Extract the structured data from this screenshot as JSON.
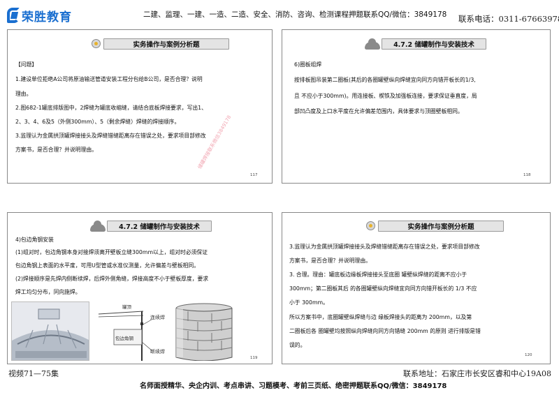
{
  "header": {
    "logo_text": "荣胜教育",
    "top_text": "二建、监理、一建、一造、二造、安全、消防、咨询、检测课程押题联系QQ/微信：3849178",
    "phone": "联系电话：0311-67663978"
  },
  "slides": [
    {
      "title": "实务操作与案例分析题",
      "lines": [
        "【问题】",
        "1.建设单位拒绝A公司将原油输送管道安装工程分包给B公司，是否合理？说明",
        "理由。",
        "2.图682-1罐底排版图中，2焊缝为罐底收缩缝，请结合底板焊接要求，写出1、",
        "2、3、4、6及5（外侧300mm）、5（剩余焊缝）焊缝的焊接顺序。",
        "3.监理认为金属拱顶罐焊接接头及焊缝错缝距离存在错误之处，要求项目部修改",
        "方案书，是否合理？并说明理由。"
      ],
      "page": "117",
      "watermark": "储罐焊接联系微信3849178"
    },
    {
      "title": "4.7.2 储罐制作与安装技术",
      "lines": [
        "6)圈板组焊",
        "按排板图吊装第二圈板(其后的各圈罐壁纵向焊缝宜向同方向错开板长的1/3,",
        "且 不应小于300mm)。用连接板、楔铁及加强板连接，要求保证垂直度，局",
        "部凹凸度及上口水平度在允许偏差范围内，具体要求与顶圈壁板相同。"
      ],
      "page": "118"
    },
    {
      "title": "4.7.2 储罐制作与安装技术",
      "lines": [
        "4)包边角钢安装",
        "(1)组对时，包边角钢本身对接焊须离开壁板立缝300mm以上，组对时必须保证",
        "包边角钢上表面的水平度，可用U型管或水准仪测量，允许偏差与壁板相同。",
        "(2)焊接顺序是先焊内侧断续焊，后焊外侧角缝，焊接高度不小于壁板厚度，要求",
        "焊工均匀分布，同向施焊。"
      ],
      "figure_labels": [
        "罐顶",
        "包边角钢",
        "连续焊",
        "断续焊"
      ],
      "page": "119"
    },
    {
      "title": "实务操作与案例分析题",
      "lines": [
        "3.监理认为金属拱顶罐焊接接头及焊缝错缝距离存在错误之处，要求项目部修改",
        "方案书，是否合理？并说明理由。",
        "3. 合理。理由：罐底板边缘板焊接接头至底圈 罐壁纵焊缝的距离不应小于",
        "300mm；第二圈板其后 的各圈罐壁纵向焊缝宜向同方向错开板长的 1/3 不应",
        "小于 300mm。",
        "所以方案书中，底圈罐壁纵焊缝与边 缘板焊接头的距离为 200mm，以及第",
        "二圈板后各 圈罐壁均按照纵向焊缝向同方向错缝 200mm 的原则 进行排版是错",
        "误的。"
      ],
      "page": "120"
    }
  ],
  "footer": {
    "left": "视频71—75集",
    "right": "联系地址：石家庄市长安区睿和中心19A08",
    "bottom": "名师面授精华、央企内训、考点串讲、习题模考、考前三页纸、绝密押题联系QQ/微信：3849178"
  },
  "colors": {
    "brand": "#1a6fd0",
    "watermark": "#f2a7b3"
  }
}
